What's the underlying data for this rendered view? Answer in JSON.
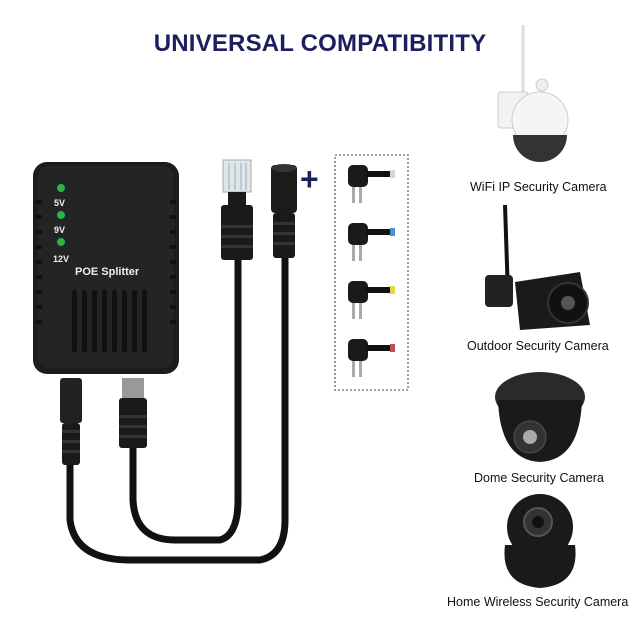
{
  "title": "UNIVERSAL COMPATIBITITY",
  "splitter": {
    "label": "POE Splitter",
    "voltages": [
      "5V",
      "9V",
      "12V"
    ],
    "led_color": "#2fb344",
    "body_color": "#1c1c1c"
  },
  "accent_color": "#1b1f5e",
  "plus_sign": "+",
  "adapter_tips": [
    {
      "name": "tip-silver",
      "color": "#d8d8d8"
    },
    {
      "name": "tip-blue",
      "color": "#4a8fd4"
    },
    {
      "name": "tip-yellow",
      "color": "#e6d640"
    },
    {
      "name": "tip-red",
      "color": "#c0504d"
    }
  ],
  "cameras": [
    {
      "label": "WiFi IP Security Camera"
    },
    {
      "label": "Outdoor Security Camera"
    },
    {
      "label": "Dome Security Camera"
    },
    {
      "label": "Home Wireless Security Camera"
    }
  ]
}
